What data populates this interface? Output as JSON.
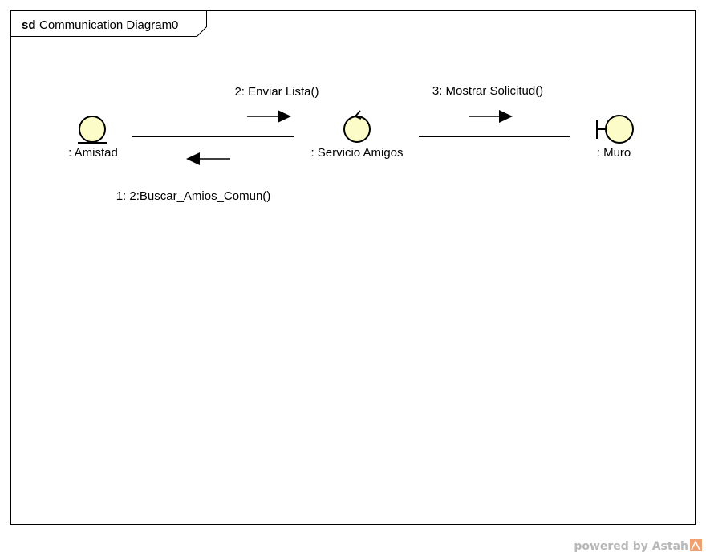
{
  "frame": {
    "keyword": "sd",
    "title": "Communication Diagram0"
  },
  "objects": {
    "amistad": {
      "label": ": Amistad",
      "kind": "entity-icon"
    },
    "servicio": {
      "label": ": Servicio Amigos",
      "kind": "control-icon"
    },
    "muro": {
      "label": ": Muro",
      "kind": "boundary-icon"
    }
  },
  "messages": {
    "enviar_lista": {
      "label": "2: Enviar Lista()",
      "direction": "right"
    },
    "mostrar_solicitud": {
      "label": "3: Mostrar Solicitud()",
      "direction": "right"
    },
    "buscar_amigos": {
      "label": "1: 2:Buscar_Amios_Comun()",
      "direction": "left"
    }
  },
  "watermark": {
    "text": "powered by Astah"
  },
  "colors": {
    "icon_fill": "#fcfcc8",
    "stroke": "#000000",
    "logo": "#f0a070"
  }
}
